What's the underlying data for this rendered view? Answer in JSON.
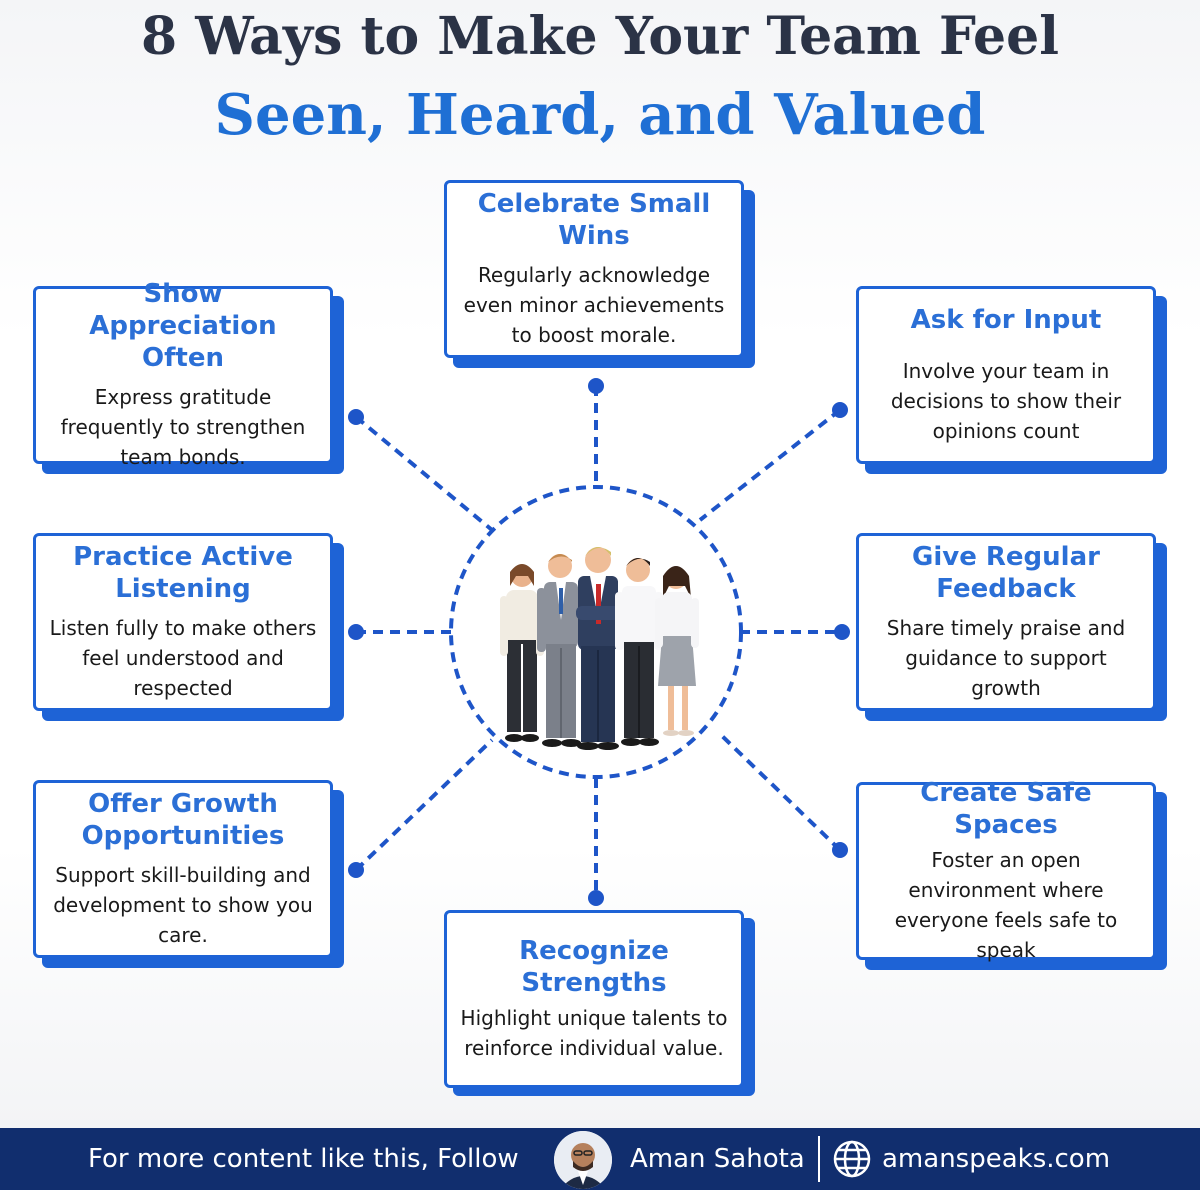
{
  "title": {
    "line1": "8 Ways to Make Your Team Feel",
    "line2": "Seen, Heard, and Valued"
  },
  "cards": {
    "celebrate": {
      "title": "Celebrate Small Wins",
      "desc": "Regularly acknowledge even minor achievements to boost morale."
    },
    "appreciation": {
      "title": "Show Appreciation Often",
      "desc": "Express gratitude frequently to strengthen team bonds."
    },
    "input": {
      "title": "Ask for Input",
      "desc": "Involve your team in decisions to show their opinions count"
    },
    "listening": {
      "title": "Practice Active Listening",
      "desc": "Listen fully to make others feel understood and respected"
    },
    "feedback": {
      "title": "Give Regular Feedback",
      "desc": "Share timely praise and guidance to support growth"
    },
    "growth": {
      "title": "Offer Growth Opportunities",
      "desc": "Support skill-building and development to show you care."
    },
    "safe": {
      "title": "Create Safe Spaces",
      "desc": "Foster an open environment where everyone feels safe to speak"
    },
    "strengths": {
      "title": "Recognize Strengths",
      "desc": "Highlight unique talents to reinforce individual value."
    }
  },
  "footer": {
    "follow_text": "For more content like this, Follow",
    "author": "Aman Sahota",
    "website": "amanspeaks.com"
  },
  "icons": {
    "center": "team-group-illustration",
    "avatar": "author-avatar",
    "website": "globe-icon"
  },
  "colors": {
    "accent": "#1e63d6",
    "title_dark": "#2b3346",
    "title_blue": "#1f6fd4",
    "footer_bg": "#112e6e"
  }
}
